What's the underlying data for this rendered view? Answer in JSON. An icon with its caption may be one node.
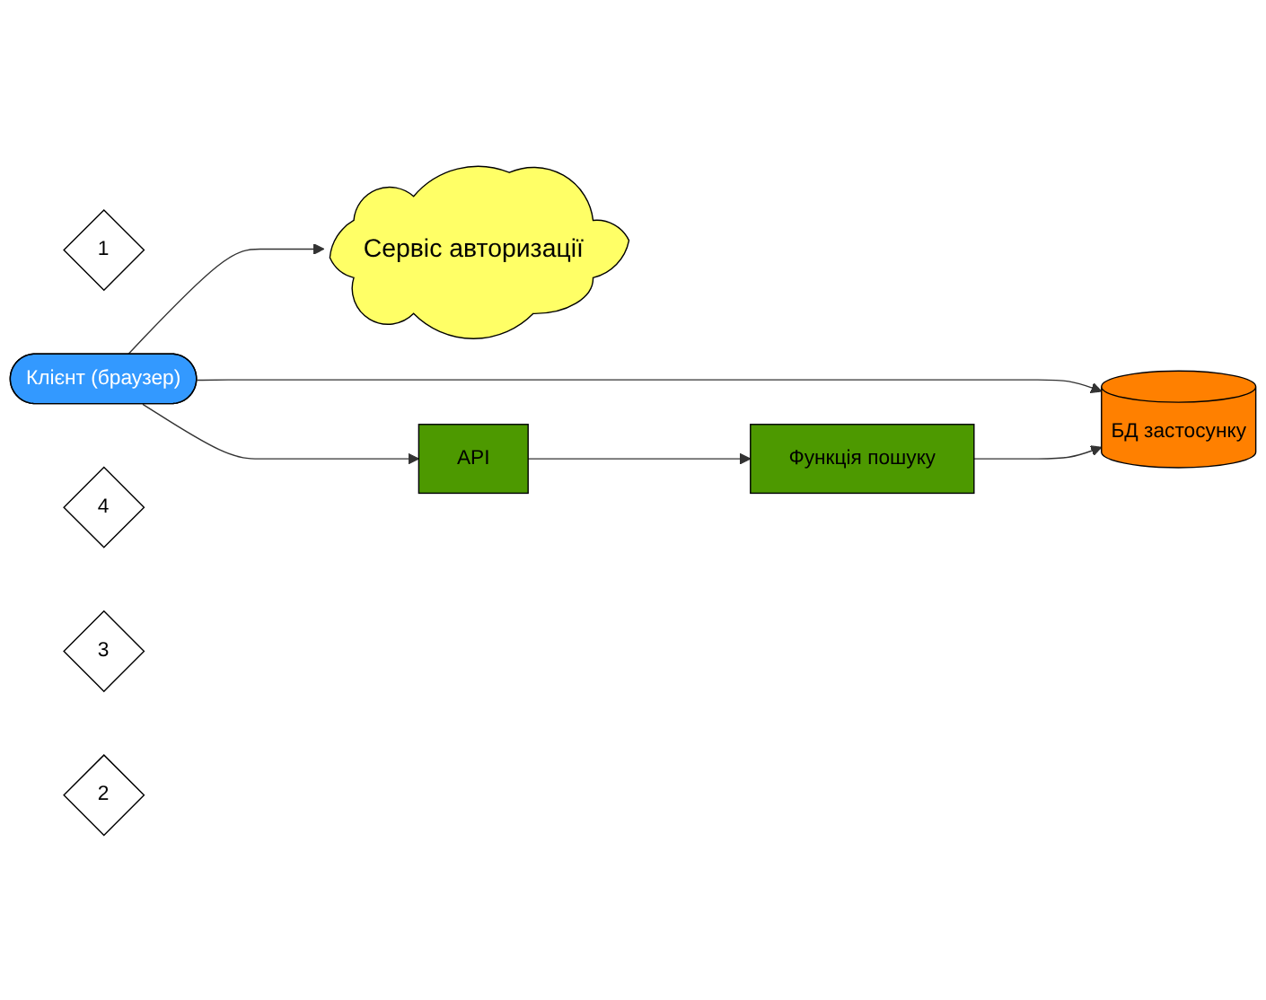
{
  "diagram": {
    "nodes": [
      {
        "text": [
          "1"
        ]
      },
      {
        "text": [
          "Сервіс авторизації"
        ]
      },
      {
        "text": [
          "Клієнт (браузер)"
        ]
      },
      {
        "text": [
          "API"
        ]
      },
      {
        "text": [
          "Функція пошуку"
        ]
      },
      {
        "text": [
          "4"
        ]
      },
      {
        "text": [
          "3"
        ]
      },
      {
        "text": [
          "БД застосунку"
        ]
      },
      {
        "text": [
          "2"
        ]
      }
    ],
    "edges": [
      {
        "from": 2,
        "to": 1,
        "arrow": "to"
      },
      {
        "from": 2,
        "to": 3,
        "arrow": "to"
      },
      {
        "from": 3,
        "to": 4,
        "arrow": "to"
      },
      {
        "from": 2,
        "to": 7,
        "arrow": "to"
      },
      {
        "from": 4,
        "to": 7,
        "arrow": "to"
      }
    ]
  }
}
